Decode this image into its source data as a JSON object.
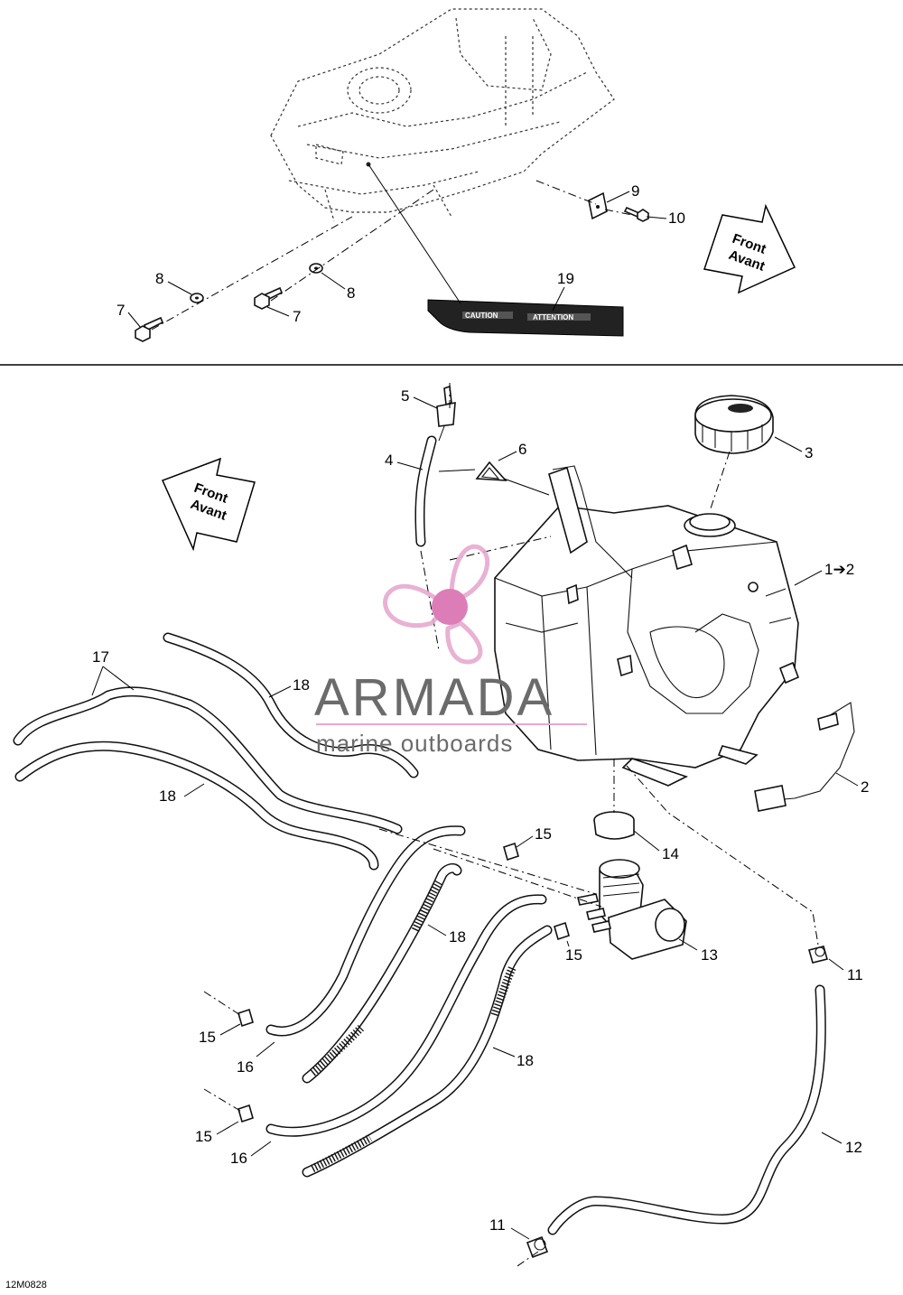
{
  "callouts": {
    "c1_2": "1➔2",
    "c2": "2",
    "c3": "3",
    "c4": "4",
    "c5": "5",
    "c6": "6",
    "c7a": "7",
    "c7b": "7",
    "c8a": "8",
    "c8b": "8",
    "c9": "9",
    "c10": "10",
    "c11a": "11",
    "c11b": "11",
    "c12": "12",
    "c13": "13",
    "c14": "14",
    "c15a": "15",
    "c15b": "15",
    "c15c": "15",
    "c15d": "15",
    "c16a": "16",
    "c16b": "16",
    "c17": "17",
    "c18a": "18",
    "c18b": "18",
    "c18c": "18",
    "c18d": "18",
    "c19": "19"
  },
  "direction_arrows": {
    "top": {
      "line1": "Front",
      "line2": "Avant"
    },
    "left": {
      "line1": "Front",
      "line2": "Avant"
    }
  },
  "decal": {
    "left_text": "CAUTION",
    "right_text": "ATTENTION"
  },
  "watermark": {
    "brand": "ARMADA",
    "tagline": "marine outboards",
    "colors": {
      "logo": "#e7a9cf",
      "hub": "#d96fb1",
      "text": "#6b6b6b"
    }
  },
  "drawing_code": "12M0828"
}
